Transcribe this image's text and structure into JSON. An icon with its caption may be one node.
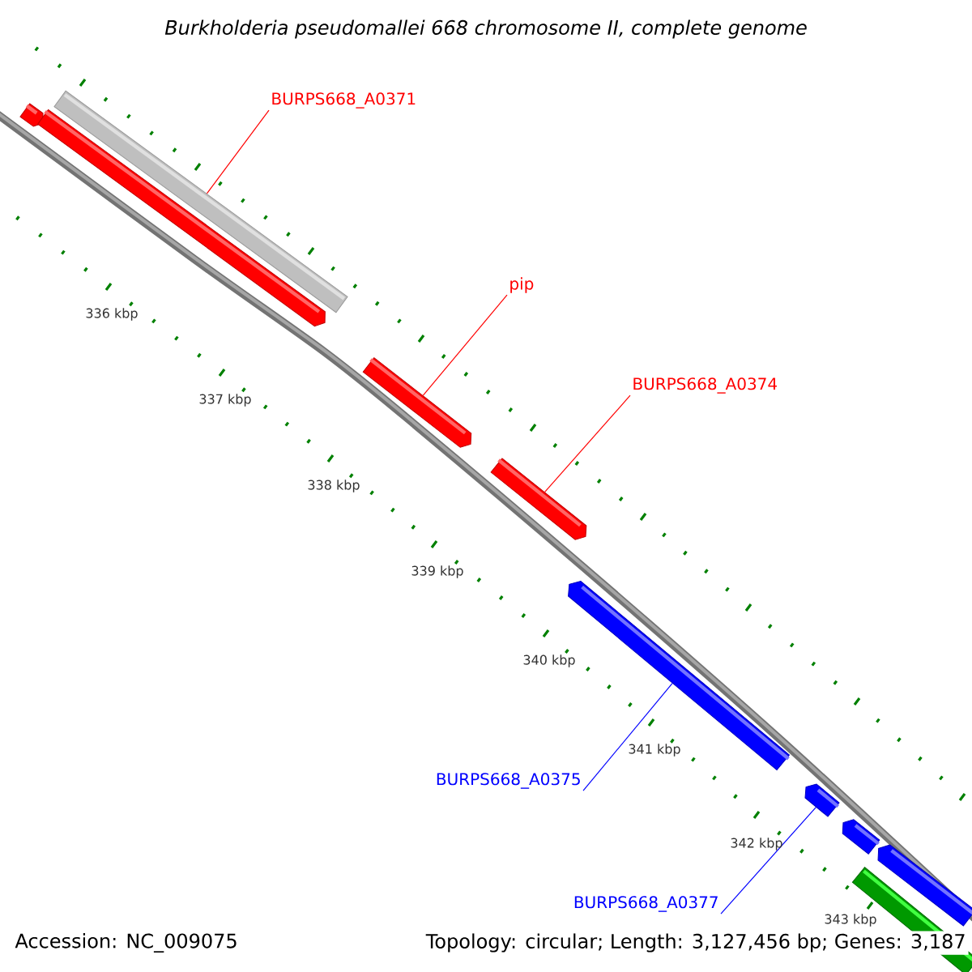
{
  "diagram": {
    "title": "Burkholderia pseudomallei 668 chromosome II, complete genome",
    "nodes": [
      {
        "text": [
          "BURPS668_A0371"
        ]
      },
      {
        "text": [
          "pip"
        ]
      },
      {
        "text": [
          "BURPS668_A0374"
        ]
      },
      {
        "text": [
          "BURPS668_A0375"
        ]
      },
      {
        "text": [
          "BURPS668_A0377"
        ]
      },
      {
        "text": [],
        "shape": "arrow"
      },
      {
        "text": [],
        "shape": "arrow"
      },
      {
        "text": [],
        "shape": "bar"
      },
      {
        "text": [],
        "shape": "arrow"
      },
      {
        "text": [],
        "shape": "arrow"
      },
      {
        "text": [],
        "shape": "arrow"
      },
      {
        "text": [],
        "shape": "arrow"
      },
      {
        "text": [],
        "shape": "arrow"
      },
      {
        "text": [],
        "shape": "arrow"
      },
      {
        "text": [],
        "shape": "bar"
      }
    ],
    "edges": [
      {
        "from": 0,
        "to": 7,
        "arrow": "none"
      },
      {
        "from": 1,
        "to": 8,
        "arrow": "none"
      },
      {
        "from": 2,
        "to": 9,
        "arrow": "none"
      },
      {
        "from": 3,
        "to": 10,
        "arrow": "none",
        "color": "#0000ff"
      },
      {
        "from": 4,
        "to": 11,
        "arrow": "none",
        "color": "#0000ff"
      }
    ],
    "labels": [
      "336 kbp",
      "337 kbp",
      "338 kbp",
      "339 kbp",
      "340 kbp",
      "341 kbp",
      "342 kbp",
      "343 kbp",
      "Accession: NC_009075",
      "Topology: circular; Length: 3,127,456 bp; Genes: 3,187"
    ]
  }
}
